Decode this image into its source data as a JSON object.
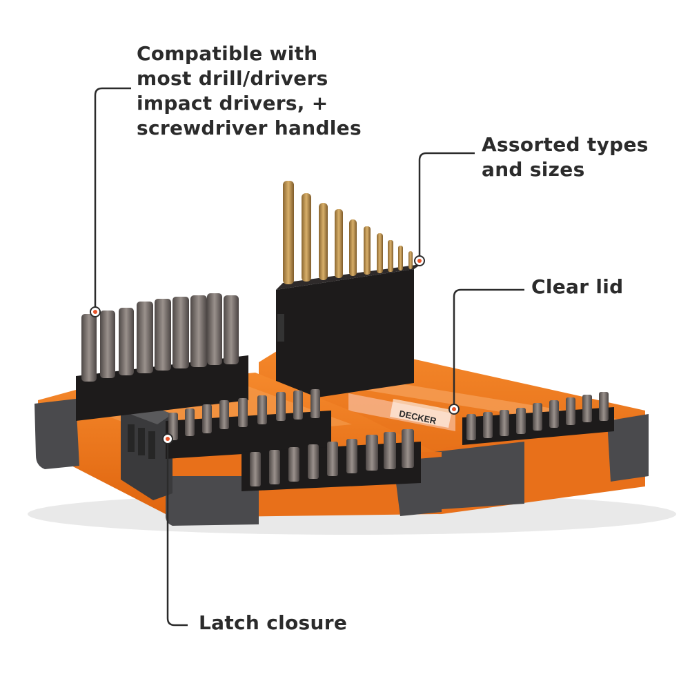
{
  "callouts": {
    "compatible": {
      "lines": [
        "Compatible with",
        "most drill/drivers",
        "impact drivers, +",
        "screwdriver handles"
      ]
    },
    "assorted": {
      "lines": [
        "Assorted types",
        "and sizes"
      ]
    },
    "clear_lid": {
      "label": "Clear lid"
    },
    "latch": {
      "label": "Latch closure"
    }
  },
  "product": {
    "brand_mark": "DECKER"
  },
  "colors": {
    "case_orange": "#f07a1c",
    "bumper_gray": "#4a4a4d",
    "holder_black": "#1d1b1b",
    "bit_steel": "#6b6461",
    "drill_gold": "#b48a48",
    "callout_text": "#2b2b2b",
    "marker_orange": "#e8542a"
  },
  "icons": {
    "marker": "callout-dot-icon"
  }
}
